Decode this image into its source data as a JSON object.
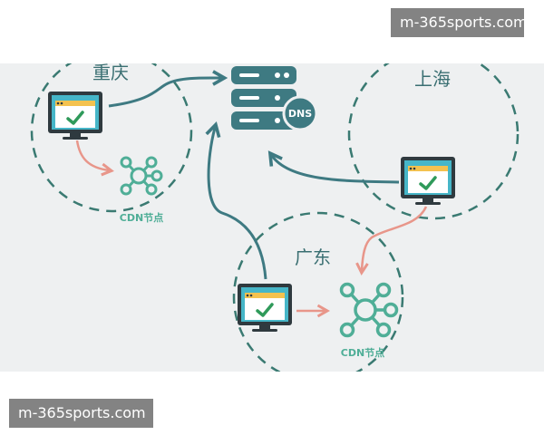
{
  "watermark": {
    "text": "m-365sports.com"
  },
  "diagram": {
    "regions": [
      {
        "id": "chongqing",
        "label": "重庆"
      },
      {
        "id": "shanghai",
        "label": "上海"
      },
      {
        "id": "guangdong",
        "label": "广东"
      }
    ],
    "dns_label": "DNS",
    "cdn_node_label": "CDN节点",
    "colors": {
      "background": "#eef0f1",
      "circle": "#3a7a72",
      "dns_server": "#3e7a82",
      "arrow_to_dns": "#3e7a82",
      "arrow_to_cdn": "#e8968a",
      "cdn_node": "#4fae97",
      "monitor_frame": "#2f3a3f",
      "monitor_screen": "#46b6c8",
      "check": "#2f9a5a"
    }
  }
}
